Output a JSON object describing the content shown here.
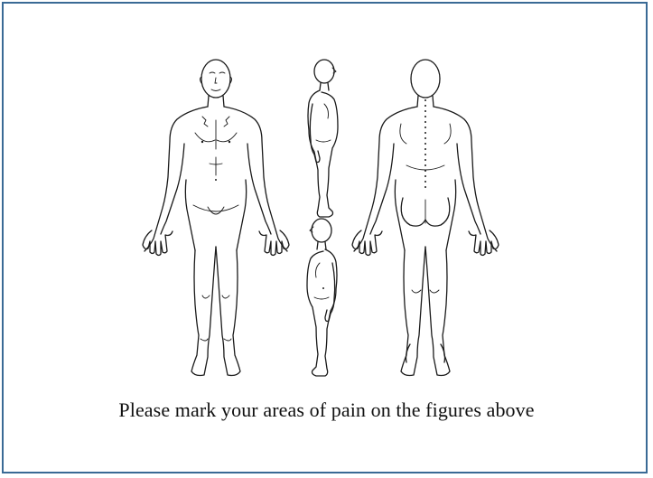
{
  "caption": "Please mark your areas of pain on the figures above",
  "colors": {
    "border": "#3a6a95",
    "background": "#ffffff",
    "ink": "#1a1a1a"
  },
  "figures": [
    {
      "view": "front"
    },
    {
      "view": "side-right"
    },
    {
      "view": "side-left"
    },
    {
      "view": "back"
    }
  ]
}
